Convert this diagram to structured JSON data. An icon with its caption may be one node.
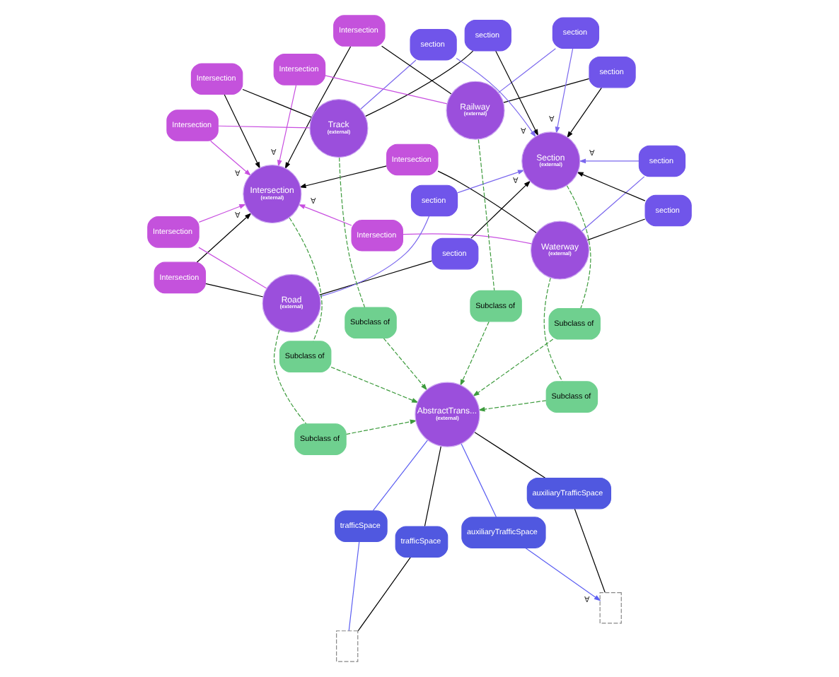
{
  "diagram": {
    "nodes": [
      {
        "text": [],
        "shape": "box"
      },
      {
        "text": [
          "Intersection"
        ]
      },
      {
        "text": [
          "Intersection"
        ]
      },
      {
        "text": [
          "Intersection"
        ]
      },
      {
        "text": [
          "Intersection"
        ]
      },
      {
        "text": [
          "auxiliaryTrafficSpace"
        ]
      },
      {
        "text": [
          "Waterway",
          "(external)"
        ]
      },
      {
        "text": [
          "auxiliaryTrafficSpace"
        ]
      },
      {
        "text": [
          "Road",
          "(external)"
        ]
      },
      {
        "text": [
          "Subclass of"
        ]
      },
      {
        "text": [
          "Intersection",
          "(external)"
        ]
      },
      {
        "text": [
          "Subclass of"
        ]
      },
      {
        "text": [
          "Subclass of"
        ]
      },
      {
        "text": [
          "AbstractTrans...",
          "(external)"
        ]
      },
      {
        "text": [
          "section"
        ]
      },
      {
        "text": [
          "section"
        ]
      },
      {
        "text": [
          "section"
        ]
      },
      {
        "text": [
          "section"
        ]
      },
      {
        "text": [
          "Intersection"
        ]
      },
      {
        "text": [
          "Intersection"
        ]
      },
      {
        "text": [
          "trafficSpace"
        ]
      },
      {
        "text": [
          "Intersection"
        ]
      },
      {
        "text": [
          "Subclass of"
        ]
      },
      {
        "text": [
          "Intersection"
        ]
      },
      {
        "text": [
          "Subclass of"
        ]
      },
      {
        "text": [
          "trafficSpace"
        ]
      },
      {
        "text": [
          "Subclass of"
        ]
      },
      {
        "text": [],
        "shape": "box"
      },
      {
        "text": [
          "Track",
          "(external)"
        ]
      },
      {
        "text": [
          "Section",
          "(external)"
        ]
      },
      {
        "text": [
          "Railway",
          "(external)"
        ]
      },
      {
        "text": [
          "section"
        ]
      },
      {
        "text": [
          "section"
        ]
      },
      {
        "text": [
          "section"
        ]
      },
      {
        "text": [
          "section"
        ]
      }
    ],
    "edges": [
      {
        "from": 6,
        "to": 14,
        "arrow": "none",
        "color": "#7b68ee"
      },
      {
        "from": 14,
        "to": 29,
        "arrow": "to",
        "color": "#7b68ee",
        "label": "∀"
      },
      {
        "from": 6,
        "to": 15,
        "arrow": "none"
      },
      {
        "from": 15,
        "to": 29,
        "arrow": "to"
      },
      {
        "from": 6,
        "to": 1,
        "arrow": "none",
        "color": "#c84fe0"
      },
      {
        "from": 1,
        "to": 10,
        "arrow": "to",
        "color": "#c84fe0",
        "label": "∀"
      },
      {
        "from": 6,
        "to": 3,
        "arrow": "none"
      },
      {
        "from": 3,
        "to": 10,
        "arrow": "to"
      },
      {
        "from": 6,
        "to": 9,
        "arrow": "none",
        "style": "dashed",
        "color": "#3d9b3d"
      },
      {
        "from": 9,
        "to": 13,
        "arrow": "to",
        "style": "dashed",
        "color": "#3d9b3d"
      },
      {
        "from": 8,
        "to": 17,
        "arrow": "none",
        "color": "#7b68ee"
      },
      {
        "from": 17,
        "to": 29,
        "arrow": "to",
        "color": "#7b68ee",
        "label": "∀"
      },
      {
        "from": 8,
        "to": 16,
        "arrow": "none"
      },
      {
        "from": 16,
        "to": 29,
        "arrow": "to"
      },
      {
        "from": 8,
        "to": 4,
        "arrow": "none",
        "color": "#c84fe0"
      },
      {
        "from": 4,
        "to": 10,
        "arrow": "to",
        "color": "#c84fe0",
        "label": "∀"
      },
      {
        "from": 8,
        "to": 2,
        "arrow": "none"
      },
      {
        "from": 2,
        "to": 10,
        "arrow": "to"
      },
      {
        "from": 8,
        "to": 11,
        "arrow": "none",
        "style": "dashed",
        "color": "#3d9b3d"
      },
      {
        "from": 11,
        "to": 13,
        "arrow": "to",
        "style": "dashed",
        "color": "#3d9b3d"
      },
      {
        "from": 10,
        "to": 12,
        "arrow": "none",
        "style": "dashed",
        "color": "#3d9b3d"
      },
      {
        "from": 12,
        "to": 13,
        "arrow": "to",
        "style": "dashed",
        "color": "#3d9b3d"
      },
      {
        "from": 30,
        "to": 33,
        "arrow": "none",
        "color": "#7b68ee"
      },
      {
        "from": 33,
        "to": 29,
        "arrow": "to",
        "color": "#7b68ee",
        "label": "∀"
      },
      {
        "from": 30,
        "to": 34,
        "arrow": "none"
      },
      {
        "from": 34,
        "to": 29,
        "arrow": "to"
      },
      {
        "from": 30,
        "to": 21,
        "arrow": "none",
        "color": "#c84fe0"
      },
      {
        "from": 21,
        "to": 10,
        "arrow": "to",
        "color": "#c84fe0",
        "label": "∀"
      },
      {
        "from": 30,
        "to": 23,
        "arrow": "none"
      },
      {
        "from": 23,
        "to": 10,
        "arrow": "to"
      },
      {
        "from": 30,
        "to": 26,
        "arrow": "none",
        "style": "dashed",
        "color": "#3d9b3d"
      },
      {
        "from": 26,
        "to": 13,
        "arrow": "to",
        "style": "dashed",
        "color": "#3d9b3d"
      },
      {
        "from": 28,
        "to": 32,
        "arrow": "none",
        "color": "#7b68ee"
      },
      {
        "from": 32,
        "to": 29,
        "arrow": "to",
        "color": "#7b68ee",
        "label": "∀"
      },
      {
        "from": 28,
        "to": 31,
        "arrow": "none"
      },
      {
        "from": 31,
        "to": 29,
        "arrow": "to"
      },
      {
        "from": 28,
        "to": 18,
        "arrow": "none",
        "color": "#c84fe0"
      },
      {
        "from": 18,
        "to": 10,
        "arrow": "to",
        "color": "#c84fe0",
        "label": "∀"
      },
      {
        "from": 28,
        "to": 19,
        "arrow": "none"
      },
      {
        "from": 19,
        "to": 10,
        "arrow": "to"
      },
      {
        "from": 28,
        "to": 22,
        "arrow": "none",
        "style": "dashed",
        "color": "#3d9b3d"
      },
      {
        "from": 22,
        "to": 13,
        "arrow": "to",
        "style": "dashed",
        "color": "#3d9b3d"
      },
      {
        "from": 29,
        "to": 24,
        "arrow": "none",
        "style": "dashed",
        "color": "#3d9b3d"
      },
      {
        "from": 24,
        "to": 13,
        "arrow": "to",
        "style": "dashed",
        "color": "#3d9b3d"
      },
      {
        "from": 13,
        "to": 5,
        "arrow": "none",
        "color": "#5c5ff2"
      },
      {
        "from": 5,
        "to": 0,
        "arrow": "to",
        "color": "#5c5ff2",
        "label": "∀"
      },
      {
        "from": 13,
        "to": 7,
        "arrow": "none"
      },
      {
        "from": 7,
        "to": 0,
        "arrow": "none"
      },
      {
        "from": 13,
        "to": 20,
        "arrow": "none",
        "color": "#5c5ff2"
      },
      {
        "from": 20,
        "to": 27,
        "arrow": "none",
        "color": "#5c5ff2"
      },
      {
        "from": 13,
        "to": 25,
        "arrow": "none"
      },
      {
        "from": 25,
        "to": 27,
        "arrow": "none"
      }
    ]
  }
}
